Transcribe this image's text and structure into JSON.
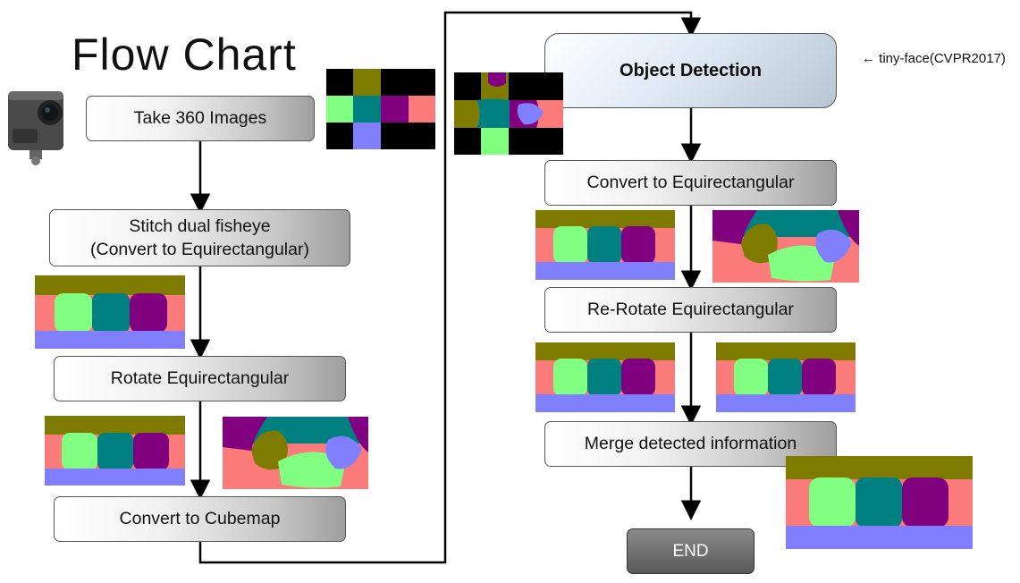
{
  "title": "Flow Chart",
  "note": "← tiny-face(CVPR2017)",
  "steps": {
    "take": "Take 360 Images",
    "stitch_line1": "Stitch dual fisheye",
    "stitch_line2": "(Convert to Equirectangular)",
    "rotate": "Rotate Equirectangular",
    "cubemap": "Convert to Cubemap",
    "detect": "Object Detection",
    "convert_eq": "Convert to Equirectangular",
    "rerotate": "Re-Rotate Equirectangular",
    "merge": "Merge detected information",
    "end": "END"
  },
  "colors": {
    "olive": "#7f7a00",
    "salmon": "#fb7a7a",
    "green": "#80ff80",
    "teal": "#008080",
    "purple": "#800080",
    "blue": "#8080ff",
    "black": "#000000"
  }
}
